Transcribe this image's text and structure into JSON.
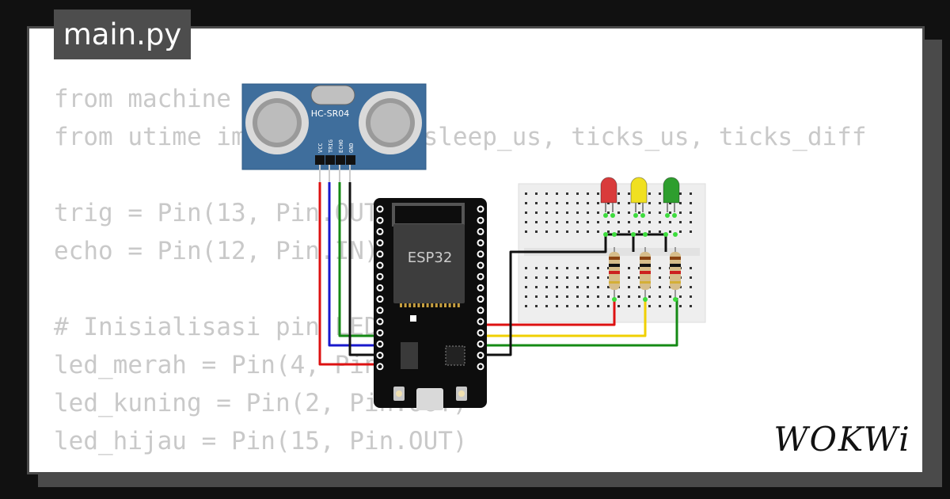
{
  "file_tab": {
    "label": "main.py"
  },
  "code_lines": [
    "from machine import Pin",
    "from utime import sleep, sleep_us, ticks_us, ticks_diff",
    "",
    "trig = Pin(13, Pin.OUT)",
    "echo = Pin(12, Pin.IN)",
    "",
    "# Inisialisasi pin LED",
    "led_merah = Pin(4, Pin.OUT)",
    "led_kuning = Pin(2, Pin.OUT)",
    "led_hijau = Pin(15, Pin.OUT)"
  ],
  "sensor": {
    "model": "HC-SR04",
    "pins": [
      "VCC",
      "TRIG",
      "ECHO",
      "GND"
    ]
  },
  "board": {
    "label": "ESP32"
  },
  "leds": [
    {
      "color": "#d93b3b"
    },
    {
      "color": "#f0e020"
    },
    {
      "color": "#2e9e2e"
    }
  ],
  "wire_colors": {
    "red": "#dd1111",
    "blue": "#1818cc",
    "green": "#158a15",
    "black": "#111111",
    "yellow": "#f0d000"
  },
  "brand": {
    "logo": "WOKWi"
  }
}
